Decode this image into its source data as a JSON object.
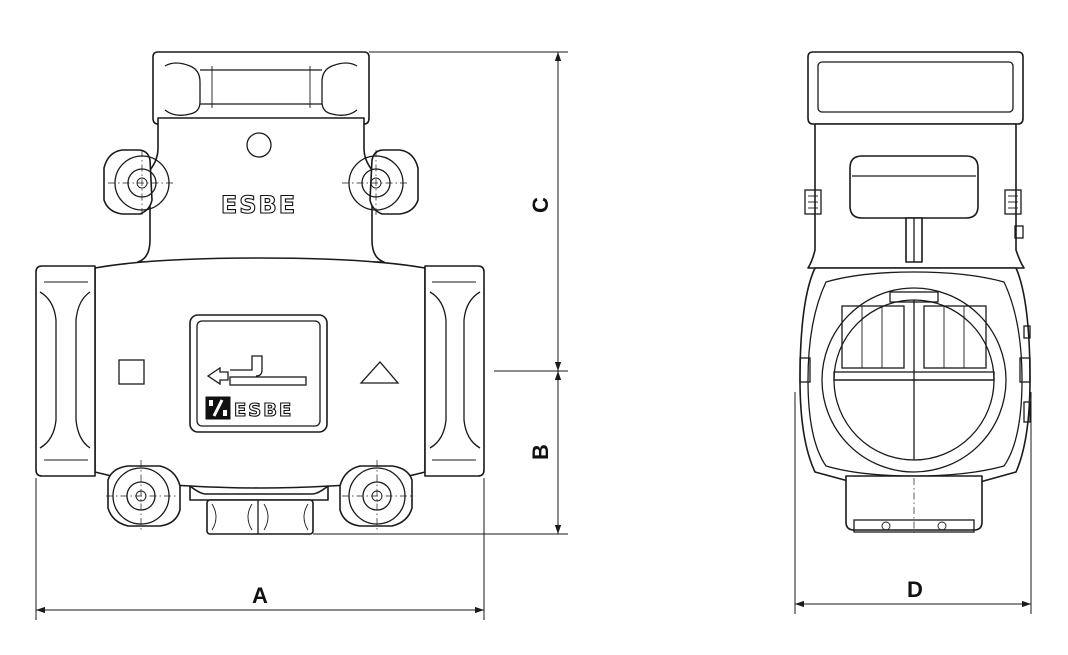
{
  "brand": {
    "top_logo": "ESBE",
    "plate_logo": "ESBE"
  },
  "dimensions": {
    "a_label": "A",
    "b_label": "B",
    "c_label": "C",
    "d_label": "D"
  },
  "colors": {
    "line": "#1a1a1a",
    "background": "#ffffff"
  }
}
